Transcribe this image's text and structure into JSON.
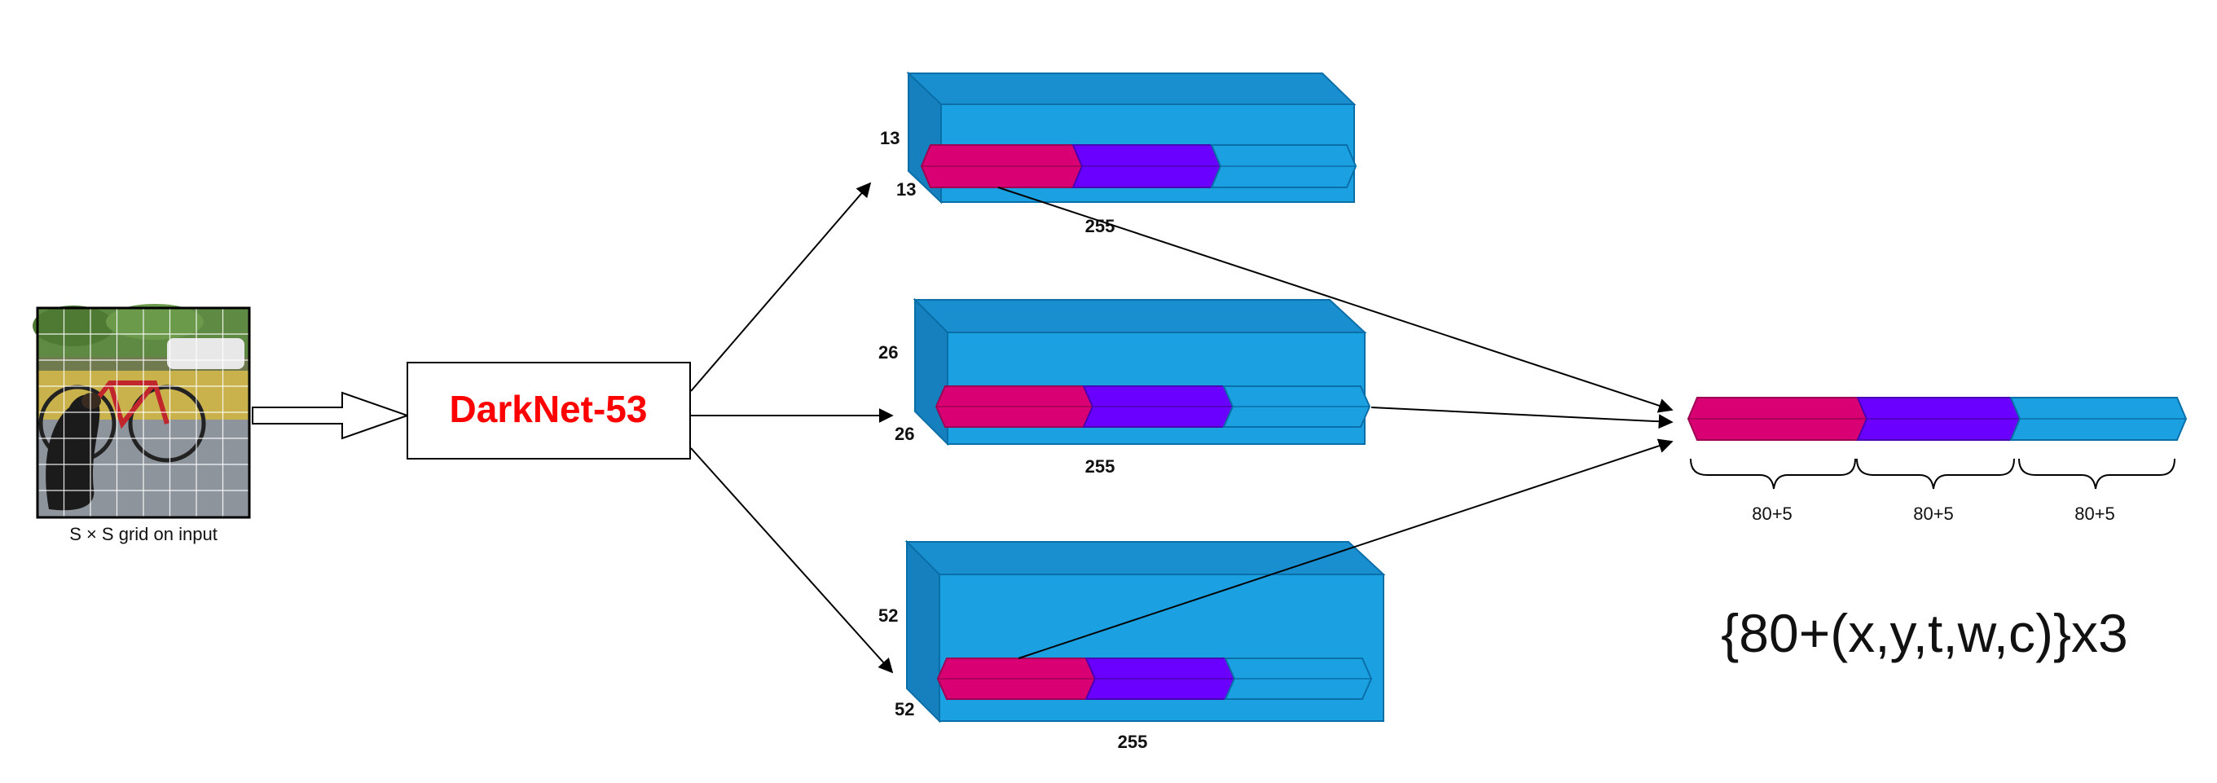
{
  "input": {
    "caption": "S × S grid on input",
    "image": "photo of a dog sitting next to a red bicycle with an S×S grid overlay"
  },
  "backbone": {
    "label": "DarkNet-53",
    "color": "#ff0000"
  },
  "scales": [
    {
      "h": "13",
      "w": "13",
      "depth": "255"
    },
    {
      "h": "26",
      "w": "26",
      "depth": "255"
    },
    {
      "h": "52",
      "w": "52",
      "depth": "255"
    }
  ],
  "output": {
    "segments": [
      "80+5",
      "80+5",
      "80+5"
    ],
    "formula": "{80+(x,y,t,w,c)}x3"
  },
  "colors": {
    "tensor_face": "#1ba1e2",
    "tensor_side": "#1a8fcf",
    "tensor_stroke": "#0a6fa8",
    "segment_1": "#d80073",
    "segment_2": "#6a00ff",
    "segment_3": "#1ba1e2",
    "backbone_text": "#ff0000"
  }
}
